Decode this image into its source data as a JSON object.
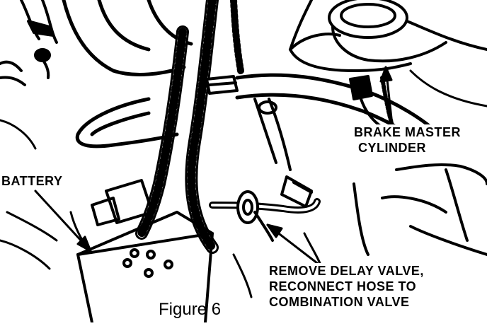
{
  "labels": {
    "brake_line1": "BRAKE MASTER",
    "brake_line2": "CYLINDER",
    "battery": "BATTERY",
    "instruction_line1": "REMOVE DELAY VALVE,",
    "instruction_line2": "RECONNECT HOSE TO",
    "instruction_line3": "COMBINATION VALVE"
  },
  "caption": "Figure 6"
}
